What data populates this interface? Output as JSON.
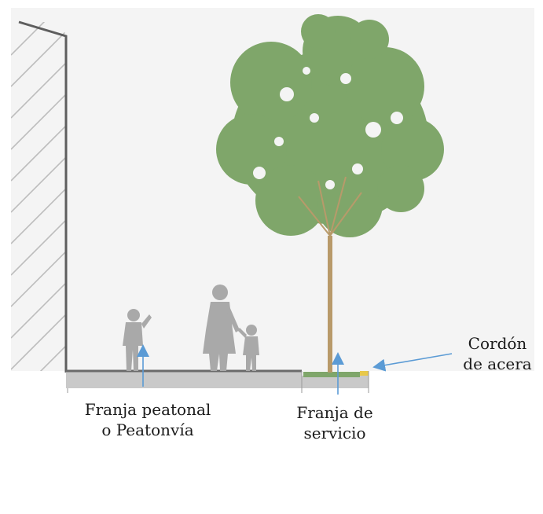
{
  "labels": {
    "franja_peatonal_line1": "Franja peatonal",
    "franja_peatonal_line2": "o Peatonvía",
    "franja_servicio_line1": "Franja de",
    "franja_servicio_line2": "servicio",
    "cordon_line1": "Cordón",
    "cordon_line2": "de acera"
  },
  "colors": {
    "background": "#f4f4f4",
    "wall": "#5e5e5e",
    "hatch": "#bdbdbd",
    "sidewalk": "#c9c9c9",
    "service_strip": "#7fa66a",
    "curb": "#e8c84a",
    "tree_foliage": "#7fa66a",
    "tree_trunk": "#b89a6a",
    "people": "#a9a9a9",
    "arrow": "#5b9bd5"
  }
}
